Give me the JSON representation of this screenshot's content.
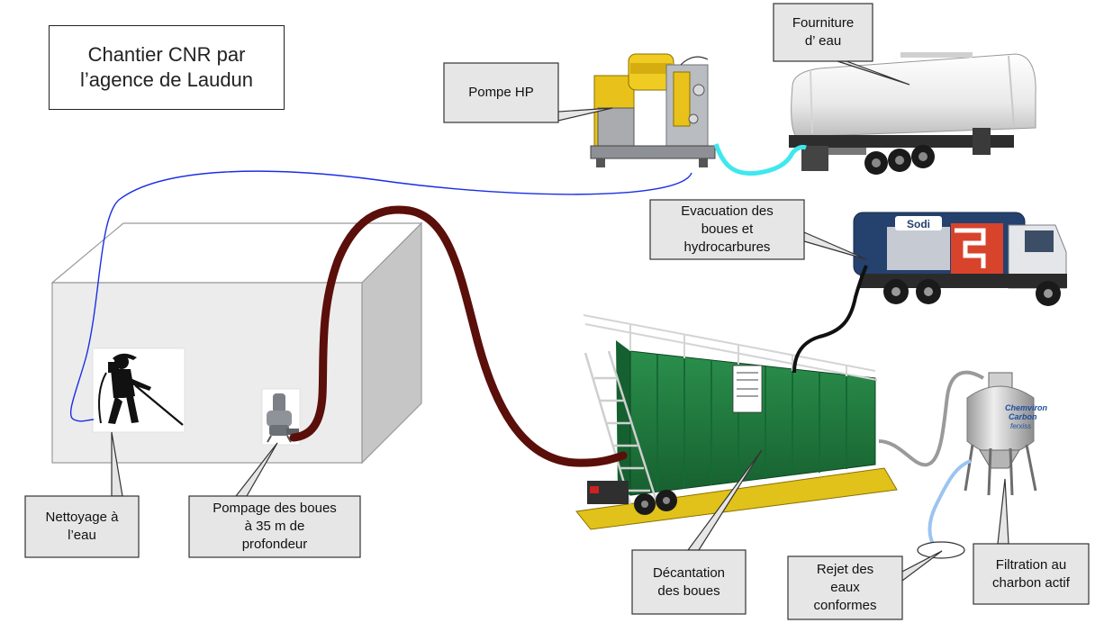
{
  "title": {
    "line1": "Chantier CNR par",
    "line2": "l’agence de Laudun"
  },
  "callouts": {
    "fourniture_eau": {
      "line1": "Fourniture",
      "line2": "d’ eau"
    },
    "pompe_hp": {
      "line1": "Pompe HP"
    },
    "evacuation": {
      "line1": "Evacuation des",
      "line2": "boues et",
      "line3": "hydrocarbures"
    },
    "nettoyage": {
      "line1": "Nettoyage à",
      "line2": "l’eau"
    },
    "pompage": {
      "line1": "Pompage des boues",
      "line2": "à 35 m de",
      "line3": "profondeur"
    },
    "decantation": {
      "line1": "Décantation",
      "line2": "des boues"
    },
    "rejet": {
      "line1": "Rejet des",
      "line2": "eaux",
      "line3": "conformes"
    },
    "filtration": {
      "line1": "Filtration au",
      "line2": "charbon actif"
    }
  },
  "equipment_markings": {
    "truck_brand": "Sodi",
    "filter_brand_line1": "Chemviron",
    "filter_brand_line2": "Carbon",
    "filter_brand_line3": "ferxiss"
  },
  "colors": {
    "callout_fill": "#e6e6e6",
    "callout_stroke": "#333333",
    "hp_hose": "#1a2ee6",
    "water_supply_hose": "#3ee8ee",
    "sludge_hose": "#5a0f0a",
    "vacuum_hose": "#111111",
    "filter_hose": "#9a9a9a",
    "discharge_hose": "#9cc4f0",
    "decanter_green": "#1f7a3e",
    "pump_yellow": "#e8c21a",
    "tanker_white": "#f2f2f2"
  },
  "icons": [
    "worker-pressure-washer-icon",
    "submersible-pump-icon",
    "hp-pump-unit-icon",
    "water-tanker-icon",
    "vacuum-truck-icon",
    "decantation-tank-icon",
    "carbon-filter-icon"
  ]
}
